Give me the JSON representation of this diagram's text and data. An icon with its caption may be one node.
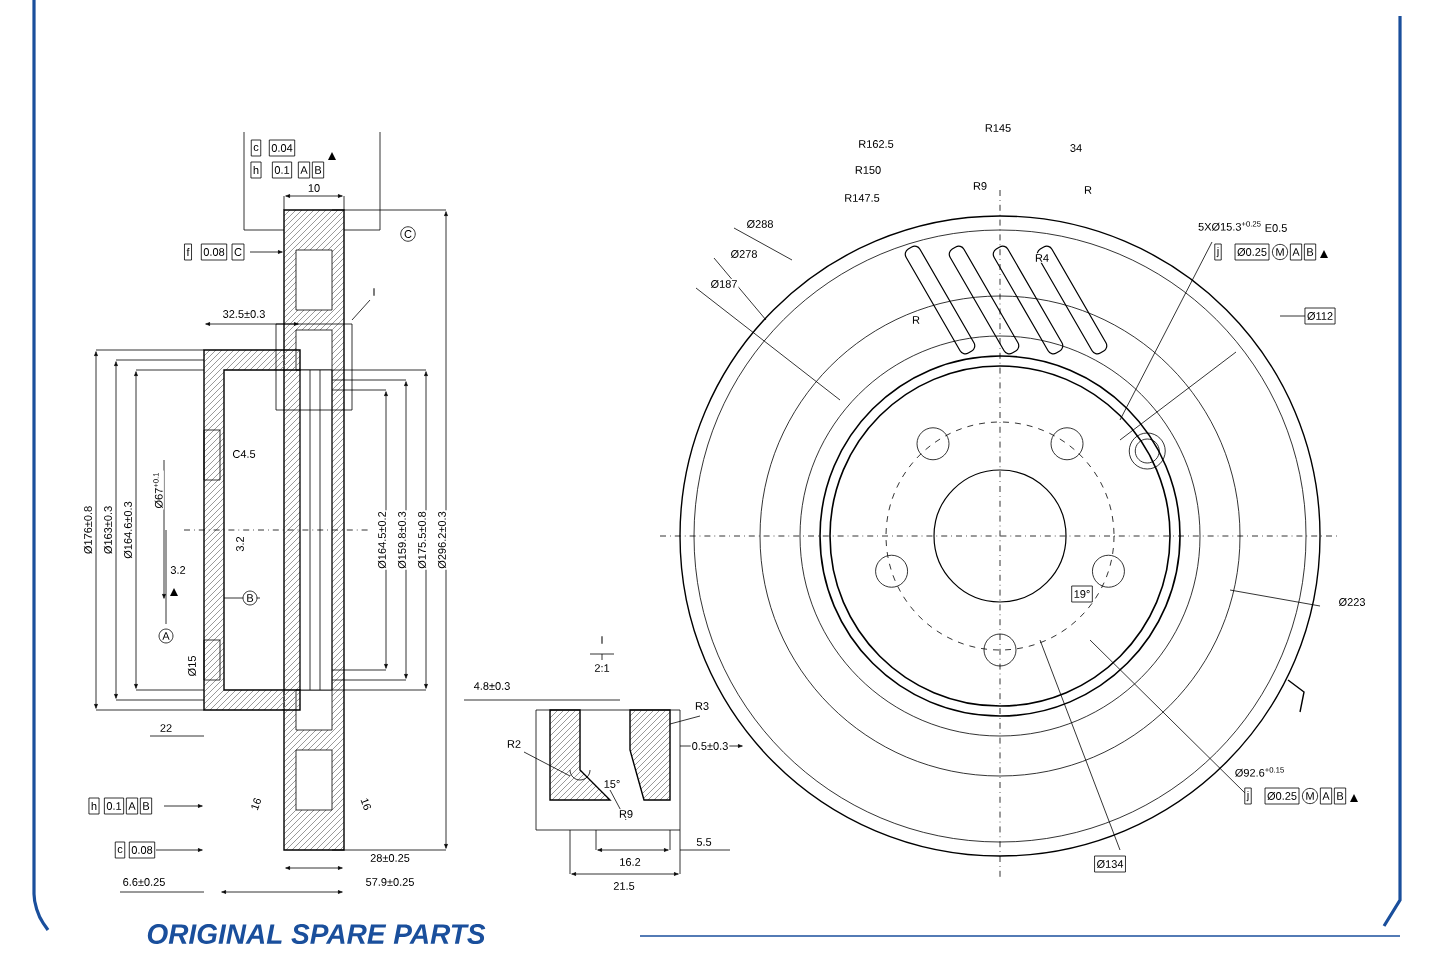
{
  "diagram": {
    "labels": [
      "c",
      "0.04",
      "h",
      "0.1",
      "A",
      "B",
      "10",
      "C",
      "f",
      "0.08",
      "C",
      "32.5±0.3",
      "I",
      "C4.5",
      "Ø176±0.8",
      "Ø163±0.3",
      "Ø164.6±0.3",
      "Ø67$^{+0.1}$",
      "Ø164.5±0.2",
      "Ø159.8±0.3",
      "Ø175.5±0.8",
      "Ø296.2±0.3",
      "3.2",
      "3.2",
      "B",
      "A",
      "Ø15",
      "22",
      "h",
      "0.1",
      "A",
      "B",
      "c",
      "0.08",
      "6.6±0.25",
      "16",
      "16",
      "28±0.25",
      "57.9±0.25",
      "I",
      "2:1",
      "4.8±0.3",
      "R2",
      "R3",
      "0.5±0.3",
      "15°",
      "R9",
      "5.5",
      "16.2",
      "21.5",
      "R162.5",
      "R145",
      "34",
      "R150",
      "R9",
      "R147.5",
      "R",
      "Ø288",
      "Ø278",
      "Ø187",
      "R4",
      "R",
      "5XØ15.3$^{+0.25}$",
      "E0.5",
      "j",
      "Ø0.25",
      "M",
      "A",
      "B",
      "Ø112",
      "19°",
      "Ø223",
      "Ø92.6$^{+0.15}$",
      "j",
      "Ø0.25",
      "M",
      "A",
      "B",
      "Ø134",
      "ORIGINAL SPARE PARTS"
    ]
  }
}
